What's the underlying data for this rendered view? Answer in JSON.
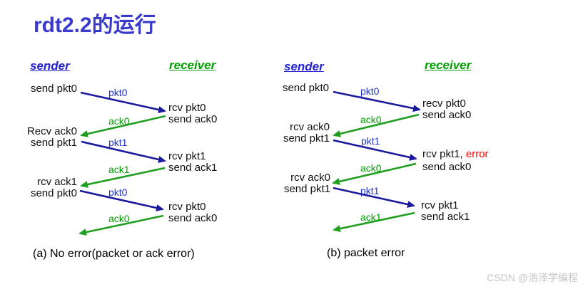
{
  "title": "rdt2.2的运行",
  "watermark": "CSDN @浩泽学编程",
  "colors": {
    "title": "#3a3acd",
    "sender_heading": "#2222cc",
    "receiver_heading": "#00a000",
    "pkt_arrow": "#1a1a9c",
    "ack_arrow": "#1f9e1f",
    "pkt_label": "#2233cc",
    "ack_label": "#00a000",
    "error_text": "#ff0000",
    "watermark": "#c6c6c6"
  },
  "diagram_a": {
    "sender_heading": "sender",
    "receiver_heading": "receiver",
    "caption": "(a) No error(packet or ack error)",
    "rows": {
      "s1": "send pkt0",
      "r1a": "rcv pkt0",
      "r1b": "send ack0",
      "s2a": "Recv ack0",
      "s2b": "send pkt1",
      "r2a": "rcv pkt1",
      "r2b": "send ack1",
      "s3a": "rcv ack1",
      "s3b": "send pkt0",
      "r3a": "rcv pkt0",
      "r3b": "send ack0"
    },
    "arrow_labels": [
      "pkt0",
      "ack0",
      "pkt1",
      "ack1",
      "pkt0",
      "ack0"
    ]
  },
  "diagram_b": {
    "sender_heading": "sender",
    "receiver_heading": "receiver",
    "caption": "(b) packet error",
    "rows": {
      "s1": "send pkt0",
      "r1a": "recv pkt0",
      "r1b": "send ack0",
      "s2a": "rcv ack0",
      "s2b": "send pkt1",
      "r2a_prefix": "rcv pkt1, ",
      "r2a_error": "error",
      "r2b": "send ack0",
      "s3a": "rcv ack0",
      "s3b": "send pkt1",
      "r3a": "rcv pkt1",
      "r3b": "send ack1"
    },
    "arrow_labels": [
      "pkt0",
      "ack0",
      "pkt1",
      "ack0",
      "pkt1",
      "ack1"
    ]
  }
}
